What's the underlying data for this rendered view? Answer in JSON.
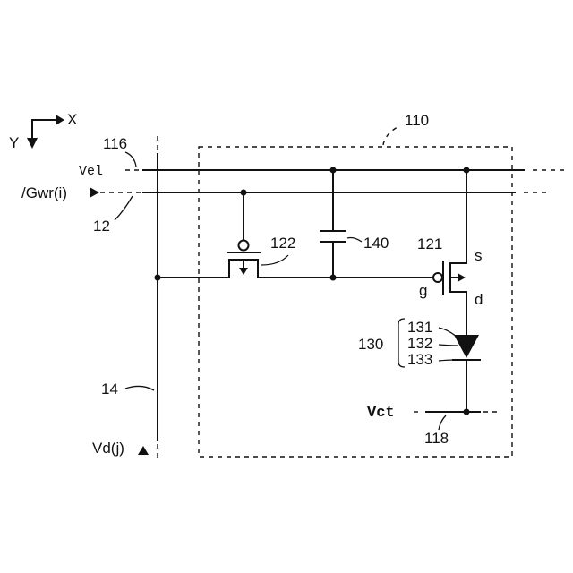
{
  "axes": {
    "x": "X",
    "y": "Y"
  },
  "pixel_circuit": {
    "ref": "110"
  },
  "lines": {
    "power": {
      "ref": "116",
      "name": "Vel"
    },
    "scan": {
      "ref": "12",
      "name": "/Gwr(i)"
    },
    "data": {
      "ref": "14",
      "name": "Vd(j)"
    },
    "common": {
      "ref": "118",
      "name": "Vct"
    }
  },
  "components": {
    "write_transistor": {
      "ref": "122"
    },
    "capacitor": {
      "ref": "140"
    },
    "drive_transistor": {
      "ref": "121",
      "source": "s",
      "gate": "g",
      "drain": "d"
    },
    "light_emitter": {
      "ref": "130",
      "layers": [
        "131",
        "132",
        "133"
      ]
    }
  }
}
